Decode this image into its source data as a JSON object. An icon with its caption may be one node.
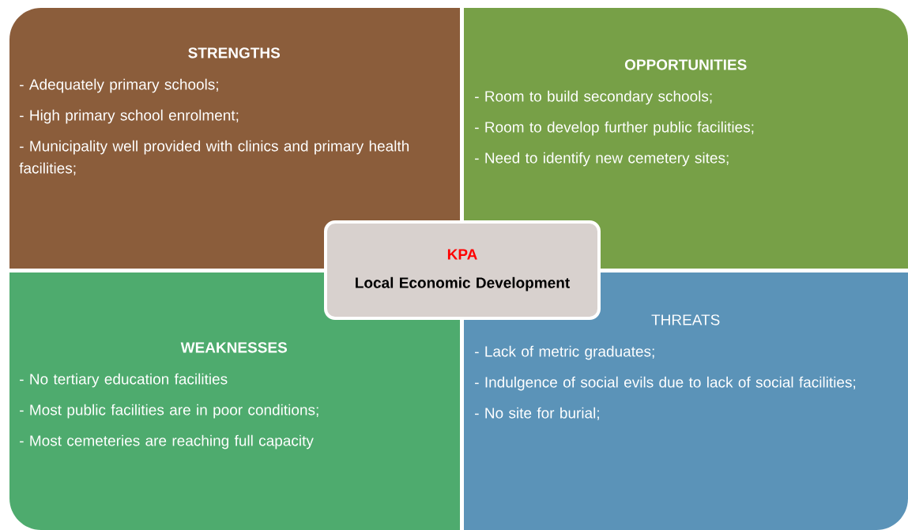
{
  "diagram": {
    "nodes": [
      {
        "text": [
          "STRENGTHS",
          "- Adequately primary schools;",
          "- High primary school enrolment;",
          "- Municipality well provided with clinics and primary health facilities;"
        ]
      },
      {
        "text": [
          "OPPORTUNITIES",
          "- Room to build secondary schools;",
          "- Room to develop further public facilities;",
          "- Need to identify new cemetery sites;"
        ]
      },
      {
        "text": [
          "WEAKNESSES",
          "- No tertiary education facilities",
          "- Most public facilities are in poor conditions;",
          "- Most cemeteries are reaching full capacity"
        ]
      },
      {
        "text": [
          "THREATS",
          "- Lack of metric graduates;",
          "- Indulgence of social evils due to lack of social facilities;",
          "- No site for burial;"
        ]
      },
      {
        "text": [
          "KPA",
          "Local Economic Development"
        ]
      }
    ]
  }
}
